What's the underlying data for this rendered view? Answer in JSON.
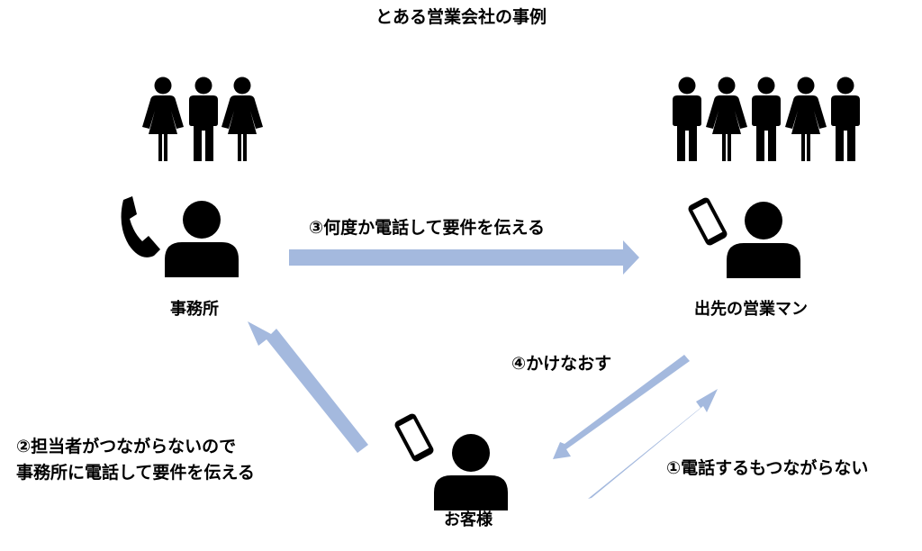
{
  "title": "とある営業会社の事例",
  "nodes": {
    "office": {
      "label": "事務所"
    },
    "sales": {
      "label": "出先の営業マン"
    },
    "customer": {
      "label": "お客様"
    }
  },
  "edges": {
    "step1": {
      "label": "①電話するもつながらない"
    },
    "step2": {
      "lines": [
        "②担当者がつながらないので",
        "事務所に電話して要件を伝える"
      ]
    },
    "step3": {
      "label": "③何度か電話して要件を伝える"
    },
    "step4": {
      "label": "④かけなおす"
    }
  },
  "colors": {
    "arrow": "#a4b9de",
    "figure": "#000000"
  }
}
